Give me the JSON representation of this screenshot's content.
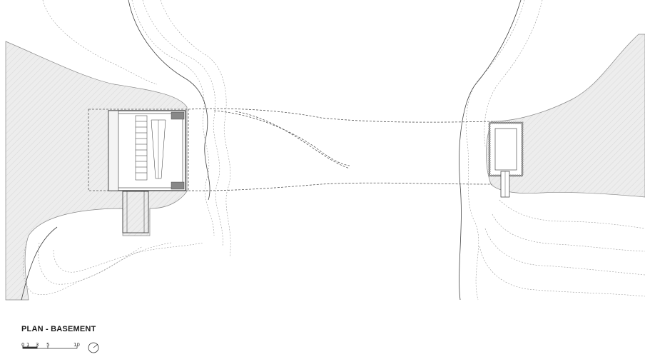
{
  "title": "PLAN - BASEMENT",
  "scale": {
    "ticks": [
      "0",
      "1",
      "3",
      "5",
      "10"
    ]
  },
  "north_arrow": "north-arrow-icon",
  "colors": {
    "ground": "#ececec",
    "line": "#555555",
    "contour": "#9a9a9a"
  }
}
